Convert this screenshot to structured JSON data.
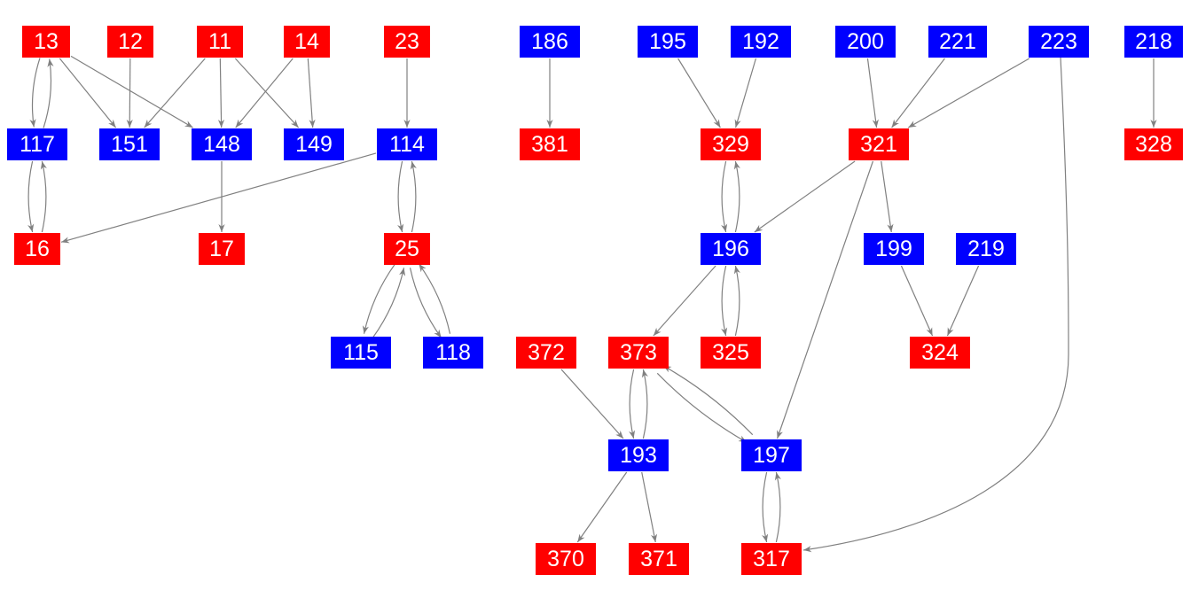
{
  "colors": {
    "red": "#ff0000",
    "blue": "#0000ff",
    "edge": "#808080"
  },
  "nodes": [
    {
      "id": "13",
      "color": "red"
    },
    {
      "id": "12",
      "color": "red"
    },
    {
      "id": "11",
      "color": "red"
    },
    {
      "id": "14",
      "color": "red"
    },
    {
      "id": "23",
      "color": "red"
    },
    {
      "id": "186",
      "color": "blue"
    },
    {
      "id": "195",
      "color": "blue"
    },
    {
      "id": "192",
      "color": "blue"
    },
    {
      "id": "200",
      "color": "blue"
    },
    {
      "id": "221",
      "color": "blue"
    },
    {
      "id": "223",
      "color": "blue"
    },
    {
      "id": "218",
      "color": "blue"
    },
    {
      "id": "117",
      "color": "blue"
    },
    {
      "id": "151",
      "color": "blue"
    },
    {
      "id": "148",
      "color": "blue"
    },
    {
      "id": "149",
      "color": "blue"
    },
    {
      "id": "114",
      "color": "blue"
    },
    {
      "id": "381",
      "color": "red"
    },
    {
      "id": "329",
      "color": "red"
    },
    {
      "id": "321",
      "color": "red"
    },
    {
      "id": "328",
      "color": "red"
    },
    {
      "id": "16",
      "color": "red"
    },
    {
      "id": "17",
      "color": "red"
    },
    {
      "id": "25",
      "color": "red"
    },
    {
      "id": "196",
      "color": "blue"
    },
    {
      "id": "199",
      "color": "blue"
    },
    {
      "id": "219",
      "color": "blue"
    },
    {
      "id": "115",
      "color": "blue"
    },
    {
      "id": "118",
      "color": "blue"
    },
    {
      "id": "372",
      "color": "red"
    },
    {
      "id": "373",
      "color": "red"
    },
    {
      "id": "325",
      "color": "red"
    },
    {
      "id": "324",
      "color": "red"
    },
    {
      "id": "193",
      "color": "blue"
    },
    {
      "id": "197",
      "color": "blue"
    },
    {
      "id": "370",
      "color": "red"
    },
    {
      "id": "371",
      "color": "red"
    },
    {
      "id": "317",
      "color": "red"
    }
  ],
  "edges": [
    [
      "13",
      "117"
    ],
    [
      "117",
      "13"
    ],
    [
      "13",
      "151"
    ],
    [
      "13",
      "148"
    ],
    [
      "12",
      "151"
    ],
    [
      "11",
      "151"
    ],
    [
      "11",
      "148"
    ],
    [
      "11",
      "149"
    ],
    [
      "14",
      "148"
    ],
    [
      "14",
      "149"
    ],
    [
      "23",
      "114"
    ],
    [
      "117",
      "16"
    ],
    [
      "16",
      "117"
    ],
    [
      "148",
      "17"
    ],
    [
      "114",
      "16"
    ],
    [
      "114",
      "25"
    ],
    [
      "25",
      "114"
    ],
    [
      "25",
      "115"
    ],
    [
      "115",
      "25"
    ],
    [
      "25",
      "118"
    ],
    [
      "118",
      "25"
    ],
    [
      "186",
      "381"
    ],
    [
      "195",
      "329"
    ],
    [
      "192",
      "329"
    ],
    [
      "200",
      "321"
    ],
    [
      "221",
      "321"
    ],
    [
      "223",
      "321"
    ],
    [
      "223",
      "317"
    ],
    [
      "218",
      "328"
    ],
    [
      "329",
      "196"
    ],
    [
      "196",
      "329"
    ],
    [
      "321",
      "196"
    ],
    [
      "321",
      "199"
    ],
    [
      "321",
      "197"
    ],
    [
      "196",
      "373"
    ],
    [
      "196",
      "325"
    ],
    [
      "325",
      "196"
    ],
    [
      "199",
      "324"
    ],
    [
      "219",
      "324"
    ],
    [
      "372",
      "193"
    ],
    [
      "373",
      "193"
    ],
    [
      "193",
      "373"
    ],
    [
      "373",
      "197"
    ],
    [
      "197",
      "373"
    ],
    [
      "193",
      "370"
    ],
    [
      "193",
      "371"
    ],
    [
      "197",
      "317"
    ],
    [
      "317",
      "197"
    ]
  ]
}
